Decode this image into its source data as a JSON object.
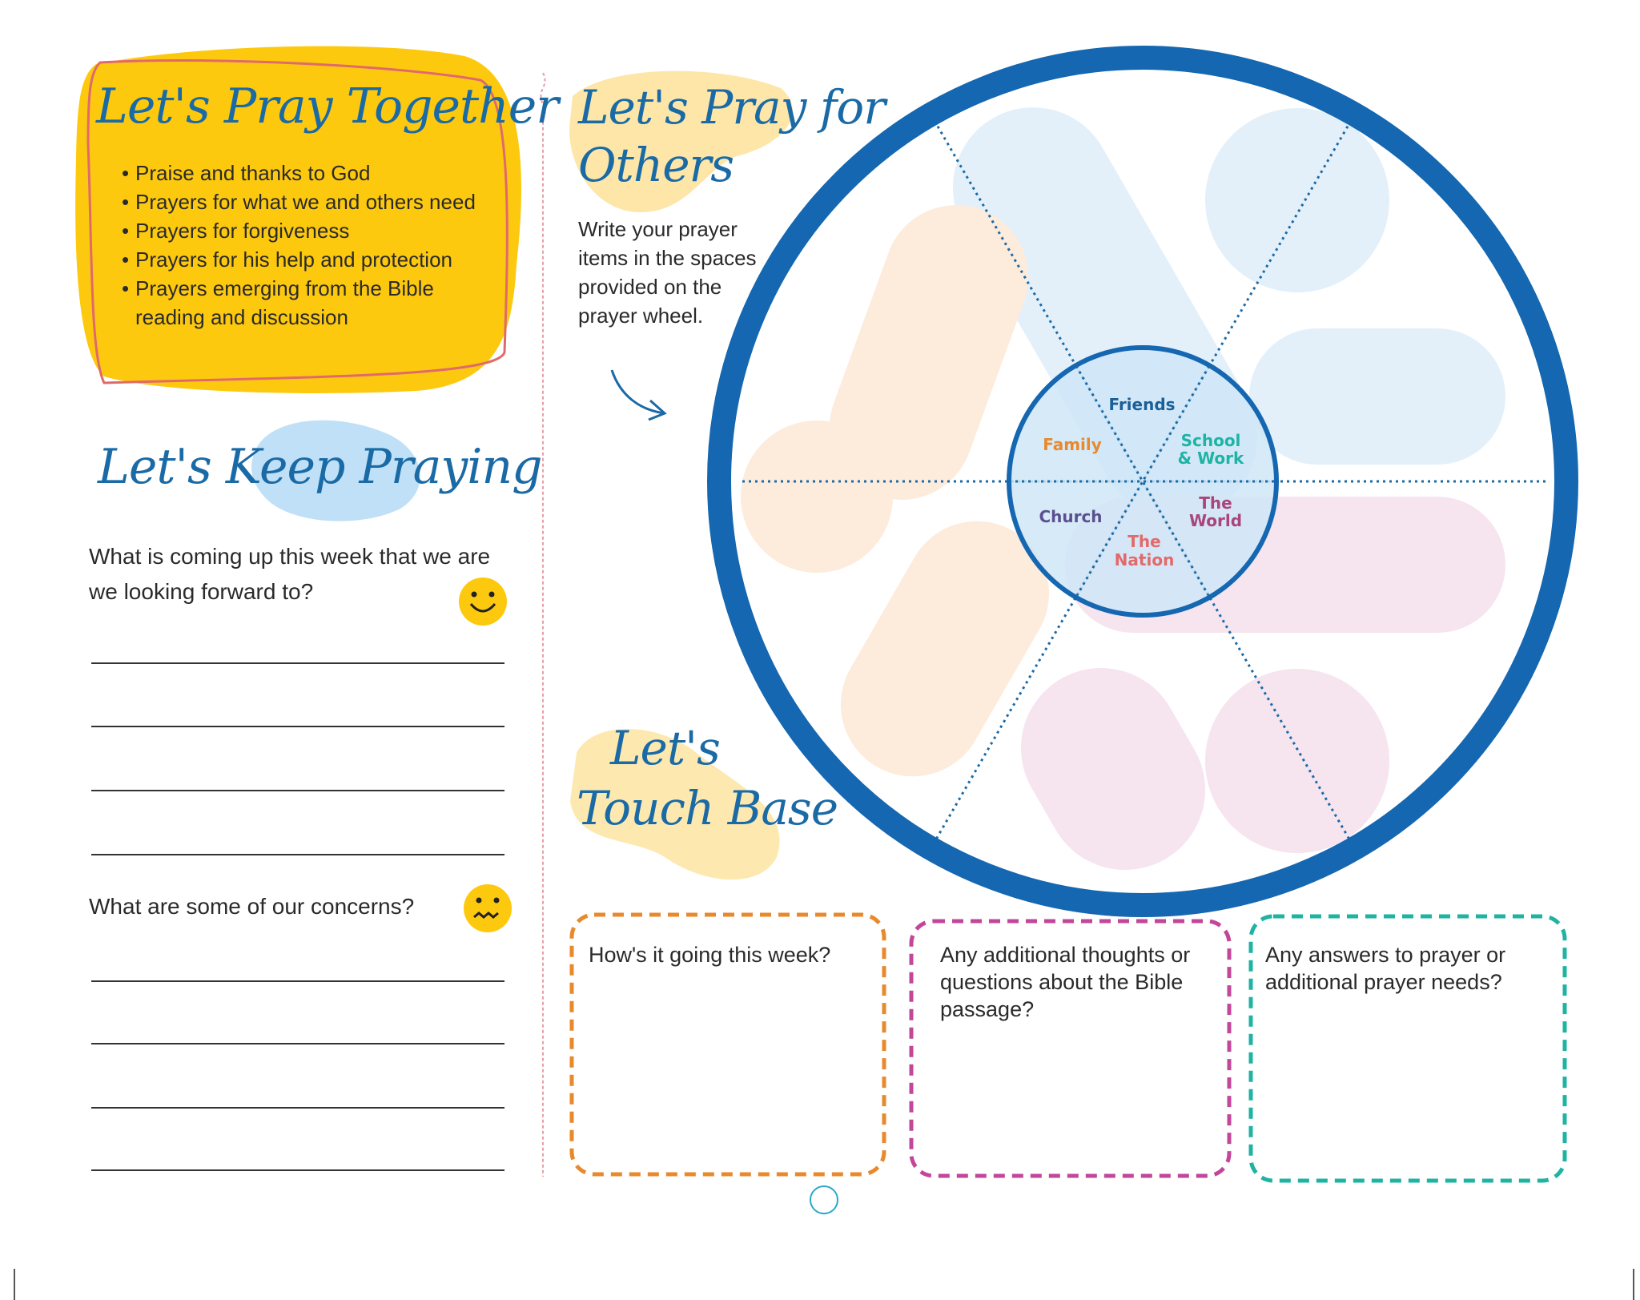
{
  "pray_together": {
    "title": "Let's Pray Together",
    "items": [
      "Praise and thanks to God",
      "Prayers for what we and others need",
      "Prayers for forgiveness",
      "Prayers for his help and protection",
      "Prayers emerging from the Bible reading and discussion"
    ]
  },
  "keep_praying": {
    "title": "Let's Keep Praying",
    "question_1": "What is coming up this week that we are we looking forward to?",
    "question_2": "What are some of our concerns?"
  },
  "pray_for_others": {
    "title_line_1": "Let's Pray for",
    "title_line_2": "Others",
    "instructions": "Write your prayer items in the spaces provided on the prayer wheel."
  },
  "prayer_wheel": {
    "segments": {
      "friends": "Friends",
      "family": "Family",
      "school_work_1": "School",
      "school_work_2": "& Work",
      "church": "Church",
      "world_1": "The",
      "world_2": "World",
      "nation_1": "The",
      "nation_2": "Nation"
    }
  },
  "touch_base": {
    "title_line_1": "Let's",
    "title_line_2": "Touch Base",
    "boxes": [
      {
        "prompt": "How's it going this week?",
        "color": "#e8892c"
      },
      {
        "prompt": "Any additional thoughts or questions about the Bible passage?",
        "color": "#c2479a"
      },
      {
        "prompt": "Any answers to prayer or additional prayer needs?",
        "color": "#1fb3a3"
      }
    ]
  },
  "colors": {
    "primary_blue": "#1467b0",
    "yellow": "#fdc90f",
    "light_blue": "#cfe6f7"
  }
}
